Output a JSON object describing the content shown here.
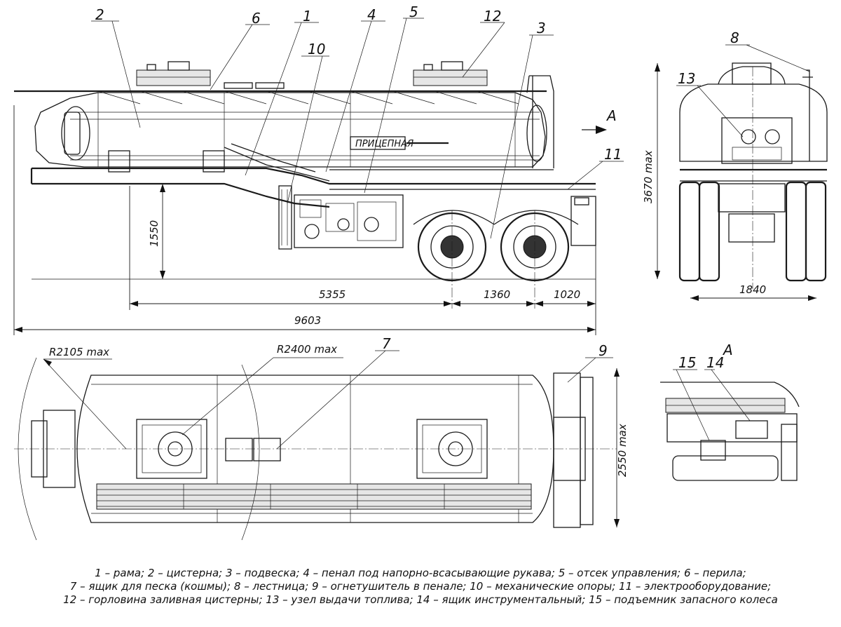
{
  "callouts": {
    "c1": "1",
    "c2": "2",
    "c3": "3",
    "c4": "4",
    "c5": "5",
    "c6": "6",
    "c7": "7",
    "c8": "8",
    "c9": "9",
    "c10": "10",
    "c11": "11",
    "c12": "12",
    "c13": "13",
    "c14": "14",
    "c15": "15"
  },
  "view_labels": {
    "arrow_a": "A",
    "view_a": "A"
  },
  "dimensions": {
    "d9603": "9603",
    "d5355": "5355",
    "d1360": "1360",
    "d1020": "1020",
    "d1550": "1550",
    "d3670": "3670 max",
    "d1840": "1840",
    "d2550": "2550 max",
    "r2105": "R2105 max",
    "r2400": "R2400 max"
  },
  "tank_badge": "ПРИЦЕПНАЯ",
  "legend": [
    "1 – рама; 2 – цистерна; 3 – подвеска; 4 – пенал под напорно-всасывающие рукава; 5 – отсек управления; 6 – перила;",
    "7 – ящик для песка (кошмы); 8 – лестница; 9 – огнетушитель в пенале; 10 – механические опоры; 11 – электрооборудование;",
    "12 – горловина заливная цистерны; 13 – узел выдачи топлива; 14 – ящик инструментальный; 15 – подъемник запасного колеса"
  ]
}
